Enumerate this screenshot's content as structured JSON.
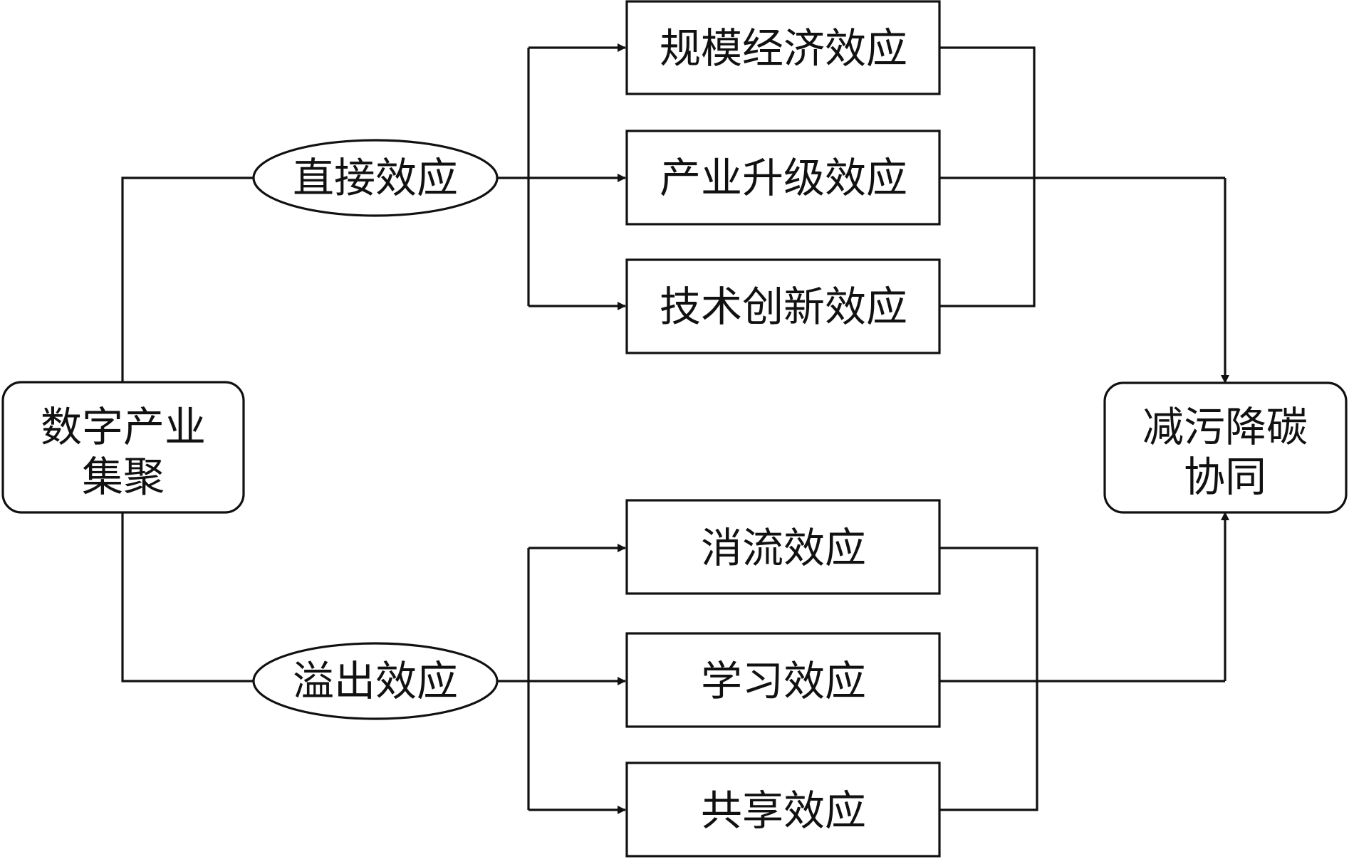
{
  "diagram": {
    "source": {
      "line1": "数字产业",
      "line2": "集聚"
    },
    "target": {
      "line1": "减污降碳",
      "line2": "协同"
    },
    "branch_direct": {
      "label": "直接效应"
    },
    "branch_spillover": {
      "label": "溢出效应"
    },
    "direct_effects": [
      "规模经济效应",
      "产业升级效应",
      "技术创新效应"
    ],
    "spillover_effects": [
      "消流效应",
      "学习效应",
      "共享效应"
    ]
  }
}
